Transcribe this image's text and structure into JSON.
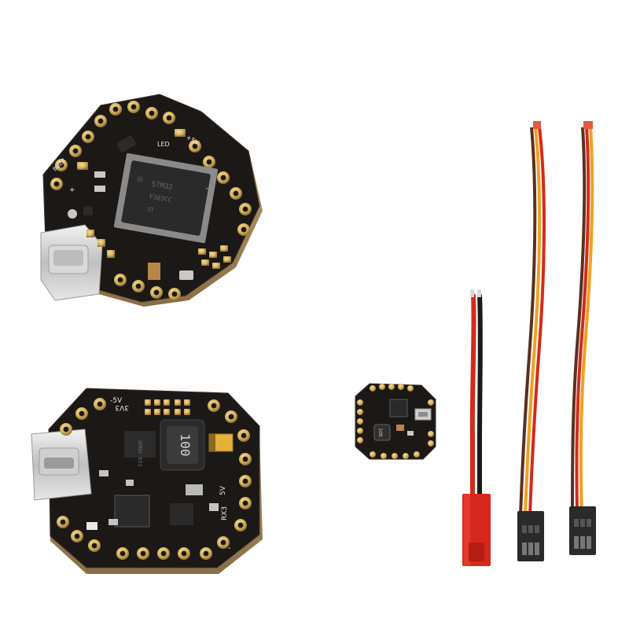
{
  "photo": {
    "background": "#ffffff"
  },
  "top_board": {
    "silk_labels": [
      "+5V",
      "LED",
      "BUZZ",
      "+",
      "-"
    ]
  },
  "bottom_board": {
    "silk_labels": [
      "-5V",
      "3V3",
      "5V",
      "RX3",
      "-"
    ],
    "inductor_marking": "100",
    "ic_marking": "AMQG 652"
  },
  "small_board": {
    "inductor_marking": "100"
  },
  "cables": {
    "power_lead": "red/black with JST connector",
    "servo_leads": "brown/red/orange with 3-pin headers"
  },
  "colors": {
    "pcb": "#1b1714",
    "pad_gold": "#d7b45e",
    "jst_red": "#d6281e",
    "wire_red": "#d42a19",
    "wire_brown": "#5a3020",
    "wire_orange": "#f0a020"
  }
}
